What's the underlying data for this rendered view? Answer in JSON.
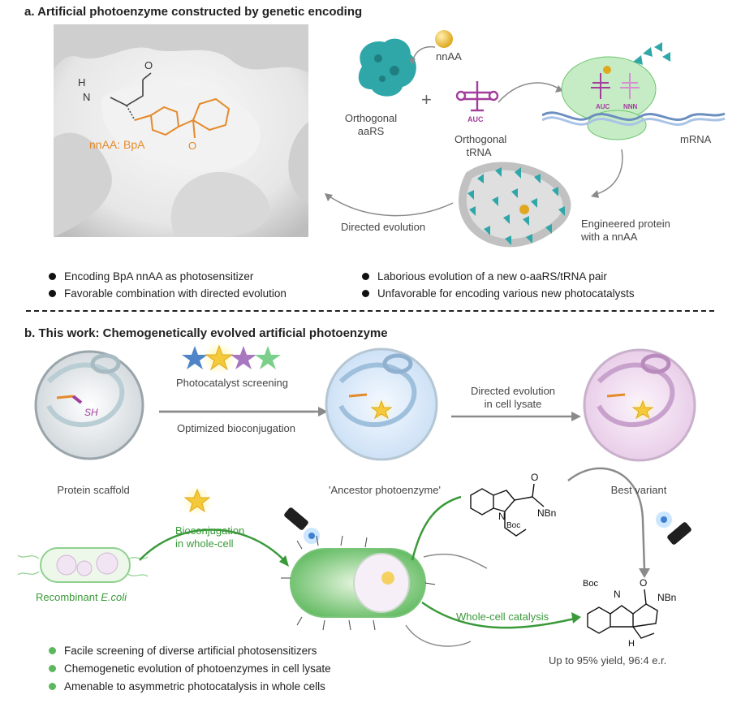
{
  "section_a": {
    "title": "a. Artificial photoenzyme constructed by genetic encoding",
    "nnaa_bpa": "nnAA: BpA",
    "nnaa": "nnAA",
    "orthogonal_aars": [
      "Orthogonal",
      "aaRS"
    ],
    "orthogonal_trna": [
      "Orthogonal",
      "tRNA"
    ],
    "anticodon": "AUC",
    "codon": "NNN",
    "mrna": "mRNA",
    "directed_evolution": "Directed evolution",
    "engineered_protein": [
      "Engineered protein",
      "with a nnAA"
    ],
    "bullets_left": [
      "Encoding BpA nnAA as photosensitizer",
      "Favorable combination with directed evolution"
    ],
    "bullets_right": [
      "Laborious evolution of a new o-aaRS/tRNA pair",
      "Unfavorable for encoding various new photocatalysts"
    ]
  },
  "section_b": {
    "title": "b. This work: Chemogenetically evolved artificial photoenzyme",
    "sh": "SH",
    "photocatalyst_screening": "Photocatalyst screening",
    "optimized_bioconjugation": "Optimized bioconjugation",
    "directed_evolution_lysate": [
      "Directed evolution",
      "in cell lysate"
    ],
    "protein_scaffold": "Protein scaffold",
    "ancestor": "'Ancestor photoenzyme'",
    "best_variant": "Best variant",
    "bioconjugation_wholecell": [
      "Bioconjugation",
      "in whole-cell"
    ],
    "recombinant": "Recombinant ",
    "ecoli": "E.coli",
    "whole_cell_catalysis": "Whole-cell catalysis",
    "substrate_labels": {
      "o": "O",
      "nbn": "NBn",
      "n": "N",
      "boc": "Boc"
    },
    "product_labels": {
      "boc": "Boc",
      "n": "N",
      "o": "O",
      "nbn": "NBn",
      "h": "H"
    },
    "yield": "Up to 95% yield, 96:4 e.r.",
    "bullets": [
      "Facile screening of diverse artificial photosensitizers",
      "Chemogenetic evolution of photoenzymes in cell lysate",
      "Amenable to asymmetric photocatalysis in whole cells"
    ]
  },
  "colors": {
    "orange": "#e48a2a",
    "teal": "#2fa7a8",
    "purple": "#a23d9c",
    "green": "#3a9a3a",
    "gray_arrow": "#8a8a8a"
  }
}
